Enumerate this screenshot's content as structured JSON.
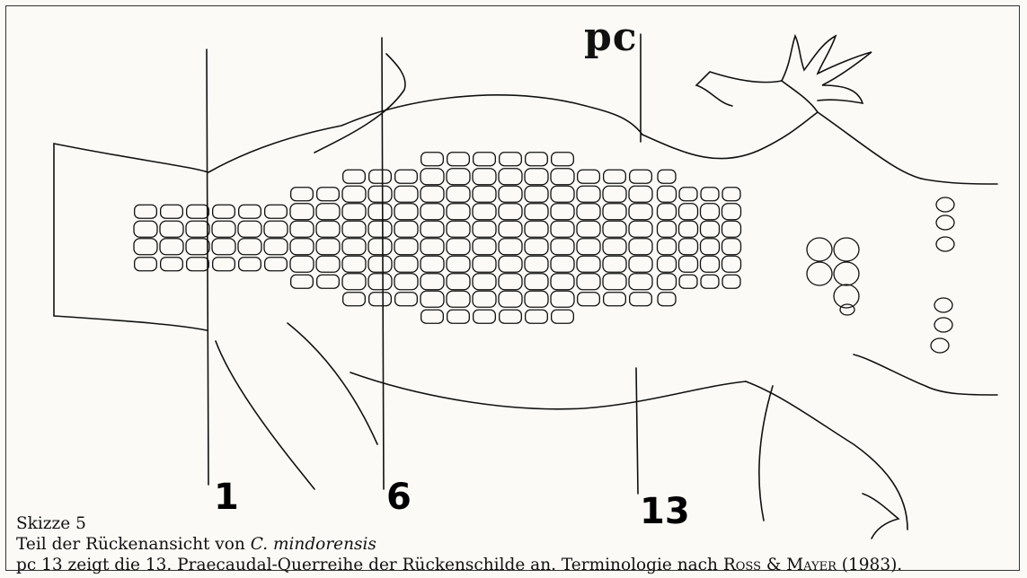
{
  "figure": {
    "pc_label": "pc",
    "row_labels": [
      "1",
      "6",
      "13"
    ]
  },
  "caption": {
    "title": "Skizze 5",
    "line2_prefix": "Teil der Rückenansicht von ",
    "line2_species": "C. mindorensis",
    "line3_prefix": "pc 13 zeigt die 13. Praecaudal-Querreihe der Rückenschilde an. Terminologie nach ",
    "line3_author1": "Ross",
    "line3_amp": " & ",
    "line3_author2": "Mayer",
    "line3_year": " (1983)."
  },
  "colors": {
    "ink": "#111111",
    "paper": "#fbfaf6"
  }
}
